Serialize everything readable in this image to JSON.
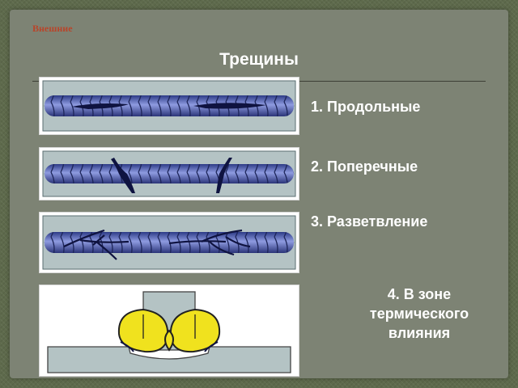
{
  "slide": {
    "tag": "Внешние",
    "title": "Трещины"
  },
  "items": [
    {
      "label": "1. Продольные",
      "image": "longitudinal-crack-weld"
    },
    {
      "label": "2. Поперечные",
      "image": "transverse-crack-weld"
    },
    {
      "label": "3. Разветвление",
      "image": "branched-crack-weld"
    },
    {
      "label_lines": [
        "4. В зоне",
        "термического",
        "влияния"
      ],
      "image": "heat-affected-zone-crack-weld"
    }
  ],
  "colors": {
    "background": "#5e6a4c",
    "slide": "#7d8374",
    "tag": "#b8452a",
    "weld": "#3d4fa2",
    "plate": "#b4c3c4",
    "bead": "#f0e21e"
  }
}
